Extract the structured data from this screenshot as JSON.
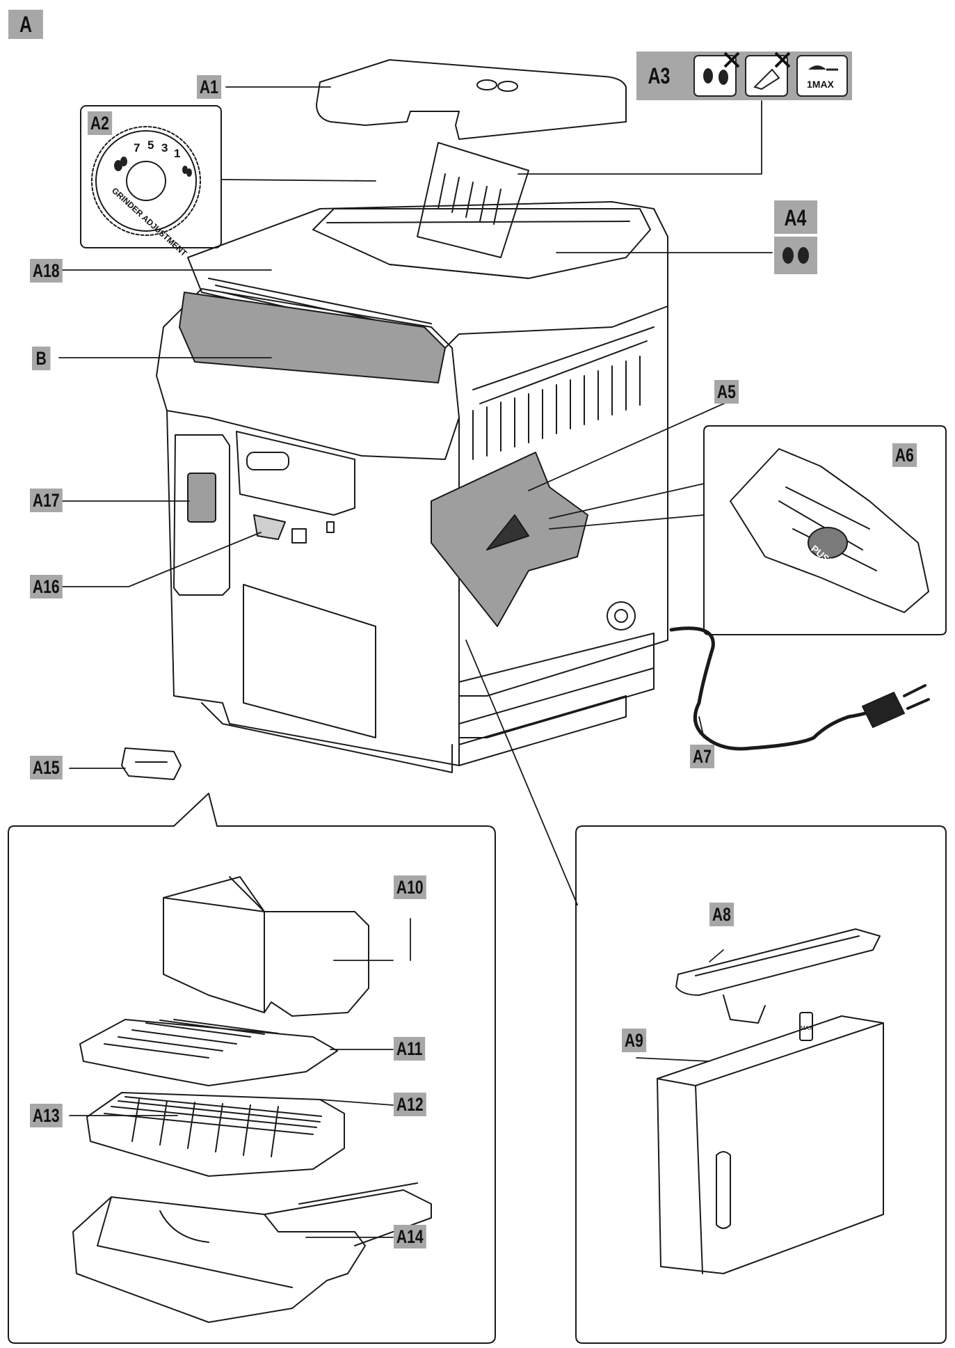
{
  "figure_label": "A",
  "callouts": {
    "a1": "A1",
    "a2": "A2",
    "a3": "A3",
    "a4": "A4",
    "a5": "A5",
    "a6": "A6",
    "a7": "A7",
    "a8": "A8",
    "a9": "A9",
    "a10": "A10",
    "a11": "A11",
    "a12": "A12",
    "a13": "A13",
    "a14": "A14",
    "a15": "A15",
    "a16": "A16",
    "a17": "A17",
    "a18": "A18",
    "b": "B"
  },
  "dial": {
    "numbers": [
      "7",
      "5",
      "3",
      "1"
    ],
    "text": "GRINDER ADJUSTMENT"
  },
  "a3_icons": {
    "icons": [
      "coffee-beans-crossed-icon",
      "water-pitcher-crossed-icon",
      "measuring-scoop-icon"
    ],
    "scoop_text": "1MAX"
  },
  "a4_icon": "coffee-beans-icon",
  "a6_text": "PUSH",
  "a9_text": "MAX",
  "colors": {
    "label_bg": "#a7a7a7",
    "line": "#1a1a1a",
    "panel_gray": "#9e9e9e"
  }
}
